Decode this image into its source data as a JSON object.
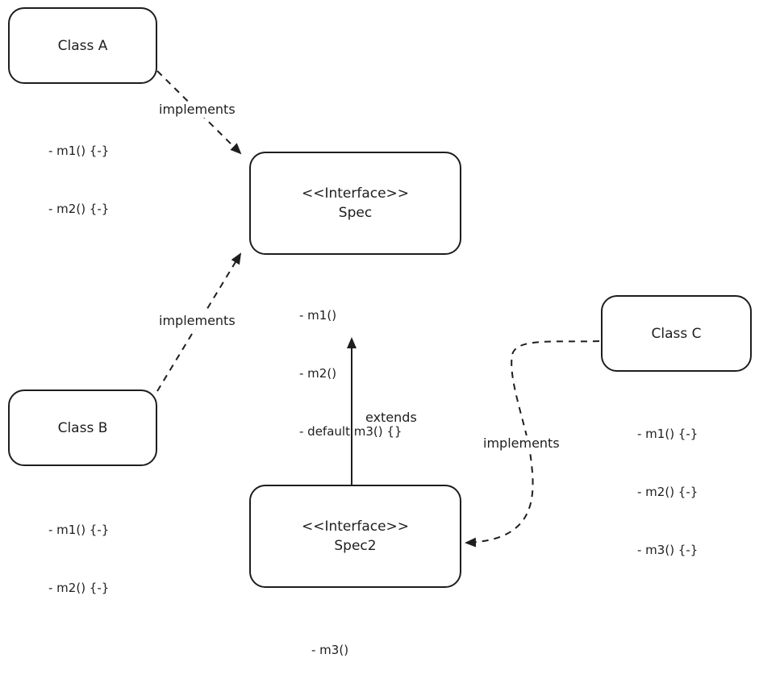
{
  "nodes": {
    "class_a": {
      "title": "Class A",
      "methods": [
        "- m1() {-}",
        "- m2() {-}"
      ]
    },
    "spec": {
      "stereotype": "<<Interface>>",
      "title": "Spec",
      "methods": [
        "- m1()",
        "- m2()",
        "- default m3() {}"
      ]
    },
    "class_b": {
      "title": "Class B",
      "methods": [
        "- m1() {-}",
        "- m2() {-}"
      ]
    },
    "class_c": {
      "title": "Class C",
      "methods": [
        "- m1() {-}",
        "- m2() {-}",
        "- m3() {-}"
      ]
    },
    "spec2": {
      "stereotype": "<<Interface>>",
      "title": "Spec2",
      "methods": [
        "- m3()"
      ]
    }
  },
  "edges": {
    "a_to_spec": {
      "label": "implements"
    },
    "b_to_spec": {
      "label": "implements"
    },
    "spec2_to_spec": {
      "label": "extends"
    },
    "c_to_spec2": {
      "label": "implements"
    }
  },
  "colors": {
    "stroke": "#1e1e1e",
    "background": "#ffffff"
  }
}
